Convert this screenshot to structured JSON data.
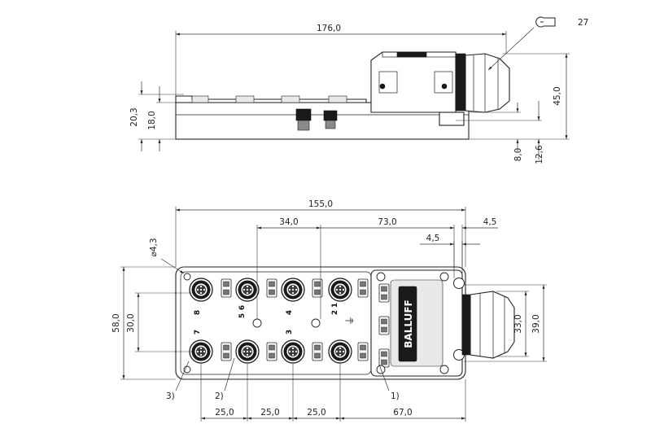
{
  "dimensions": {
    "top_width": "176,0",
    "wrench_size": "27",
    "height_45": "45,0",
    "height_20_3": "20,3",
    "height_18": "18,0",
    "height_8": "8,0",
    "height_12_6": "12,6",
    "bottom_width": "155,0",
    "spacing_34": "34,0",
    "spacing_73": "73,0",
    "offset_4_5_right": "4,5",
    "offset_4_5_left": "4,5",
    "hole_diameter": "⌀4,3",
    "height_58": "58,0",
    "height_30": "30,0",
    "height_33": "33,0",
    "height_39": "39,0",
    "pitch_1": "25,0",
    "pitch_2": "25,0",
    "pitch_3": "25,0",
    "length_67": "67,0"
  },
  "callouts": {
    "c1": "1)",
    "c2": "2)",
    "c3": "3)"
  },
  "port_labels": {
    "p8": "8",
    "p6": "6",
    "p5": "5",
    "p4": "4",
    "p2": "2",
    "p7": "7",
    "p3": "3",
    "p1": "1"
  },
  "brand": "BALLUFF",
  "ground_symbol": "⏚"
}
